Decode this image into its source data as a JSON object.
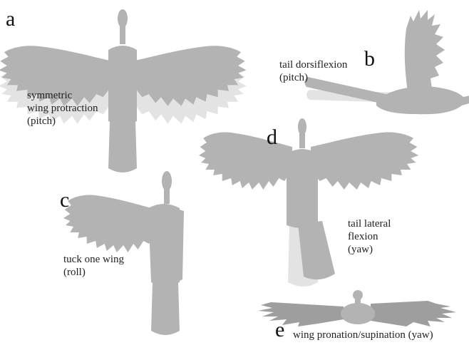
{
  "colors": {
    "body": "#b3b3b3",
    "ghost": "#e3e3e3",
    "dark_wing": "#9e9e9e",
    "text": "#222222"
  },
  "panels": {
    "a": {
      "letter": "a",
      "caption": [
        "symmetric",
        "wing protraction",
        "(pitch)"
      ]
    },
    "b": {
      "letter": "b",
      "caption": [
        "tail dorsiflexion",
        "(pitch)"
      ]
    },
    "c": {
      "letter": "c",
      "caption": [
        "tuck one wing",
        "(roll)"
      ]
    },
    "d": {
      "letter": "d",
      "caption": [
        "tail lateral",
        "flexion",
        "(yaw)"
      ]
    },
    "e": {
      "letter": "e",
      "caption": [
        "wing pronation/supination (yaw)"
      ]
    }
  }
}
